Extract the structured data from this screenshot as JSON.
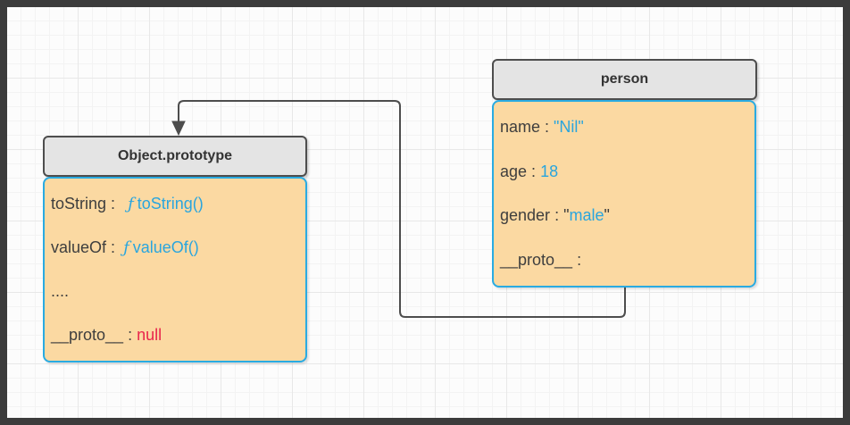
{
  "nodes": {
    "object_prototype": {
      "title": "Object.prototype",
      "rows": [
        {
          "key": "toString",
          "colon": " : ",
          "fn": "ƒ",
          "value": "toString()"
        },
        {
          "key": "valueOf",
          "colon": " : ",
          "fn": "ƒ",
          "value": "valueOf()"
        },
        {
          "key": "....",
          "colon": "",
          "fn": "",
          "value": ""
        },
        {
          "key": "__proto__",
          "colon": " : ",
          "fn": "",
          "value": "null"
        }
      ]
    },
    "person": {
      "title": "person",
      "rows": [
        {
          "key": "name",
          "colon": " : ",
          "value": "\"Nil\""
        },
        {
          "key": "age",
          "colon": " : ",
          "value": "18"
        },
        {
          "key": "gender",
          "colon": " : ",
          "quote_open": "\"",
          "value": "male",
          "quote_close": "\""
        },
        {
          "key": "__proto__",
          "colon": " :",
          "value": ""
        }
      ]
    }
  },
  "connector": {
    "description": "orthogonal arrow from person.__proto__ to Object.prototype",
    "arrow_direction": "down"
  },
  "colors": {
    "frame_border": "#3c3c3c",
    "canvas_background": "#fcfcfc",
    "grid_minor": "#f3f3f3",
    "grid_major": "#e8e8e8",
    "header_fill": "#e4e4e4",
    "header_border": "#4d4d4d",
    "title_text": "#333333",
    "body_fill": "#fbd9a2",
    "body_border": "#29abe2",
    "key_text": "#3e3e3e",
    "value_blue": "#29a5de",
    "value_red": "#e8254c",
    "connector_stroke": "#4d4d4d"
  }
}
